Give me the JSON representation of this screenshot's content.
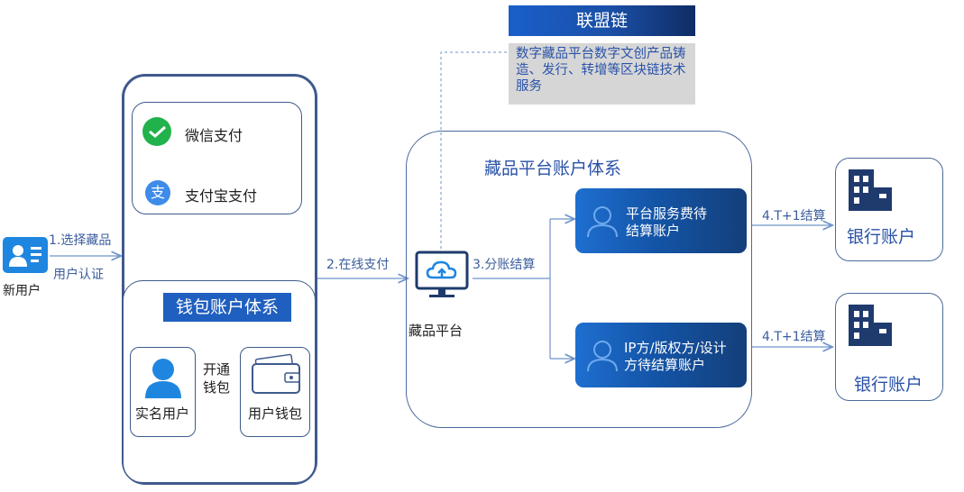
{
  "new_user": {
    "label": "新用户",
    "step1_line1": "1.选择藏品",
    "step1_line2": "用户认证"
  },
  "payments": {
    "wechat": "微信支付",
    "alipay": "支付宝支付"
  },
  "wallet_system": {
    "title": "钱包账户体系",
    "verified_user": "实名用户",
    "open_wallet_line1": "开通",
    "open_wallet_line2": "钱包",
    "user_wallet": "用户钱包"
  },
  "step2": "2.在线支付",
  "chain": {
    "title": "联盟链",
    "desc": "数字藏品平台数字文创产品铸造、发行、转增等区块链技术服务"
  },
  "platform_system": {
    "title": "藏品平台账户体系",
    "platform_label": "藏品平台",
    "step3": "3.分账结算",
    "service_account_line1": "平台服务费待",
    "service_account_line2": "结算账户",
    "ip_account_line1": "IP方/版权方/设计",
    "ip_account_line2": "方待结算账户"
  },
  "settlement": {
    "top": "4.T+1结算",
    "bottom": "4.T+1结算"
  },
  "bank": {
    "top": "银行账户",
    "bottom": "银行账户"
  },
  "colors": {
    "accent_blue": "#1f5fbf",
    "line_blue": "#6e93cc",
    "border_navy": "#3f5a8c",
    "gray_box": "#d6d6d6"
  },
  "icons": [
    "user-card-icon",
    "wechat-pay-icon",
    "alipay-icon",
    "person-icon",
    "wallet-icon",
    "cloud-upload-monitor-icon",
    "account-person-icon",
    "bank-building-icon"
  ]
}
